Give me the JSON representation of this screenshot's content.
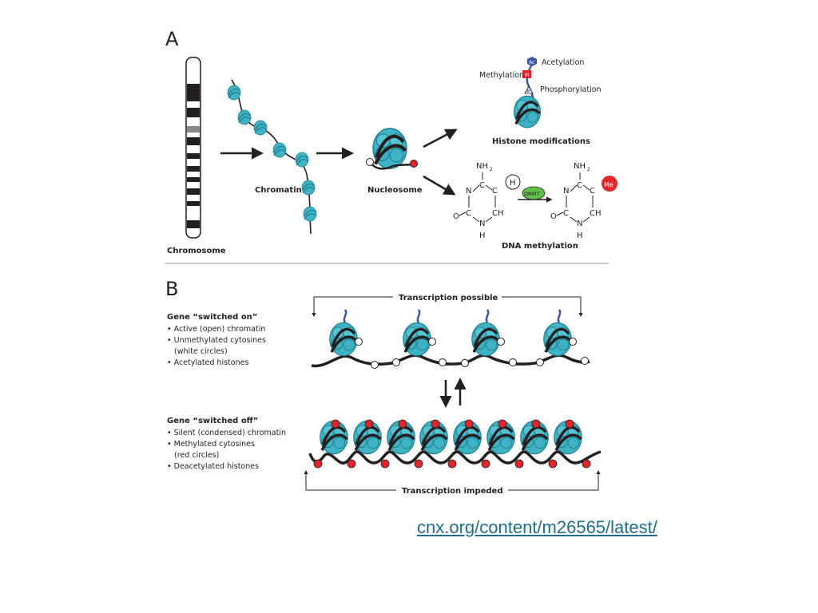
{
  "panel_a": {
    "letter": "A",
    "chromosome_label": "Chromosome",
    "chromatin_label": "Chromatin",
    "nucleosome_label": "Nucleosome",
    "histone_mods_label": "Histone modifications",
    "dna_methylation_label": "DNA methylation",
    "acetylation": "Acetylation",
    "methylation": "Methylation",
    "phosphorylation": "Phosphorylation",
    "ac_tag": "Ac",
    "m_tag": "M",
    "p_tag": "P",
    "h_tag": "H",
    "me_tag": "Me",
    "dnmt": "DNMT",
    "nh2": "NH",
    "nh2_sub": "2",
    "atom_n": "N",
    "atom_c": "C",
    "atom_o": "O",
    "atom_ch": "CH",
    "atom_h": "H"
  },
  "panel_b": {
    "letter": "B",
    "on_title": "Gene “switched on”",
    "on_bullets": [
      "• Active (open) chromatin",
      "• Unmethylated cytosines",
      "   (white circles)",
      "• Acetylated histones"
    ],
    "off_title": "Gene “switched off”",
    "off_bullets": [
      "• Silent (condensed) chromatin",
      "• Methylated cytosines",
      "   (red circles)",
      "• Deacetylated histones"
    ],
    "transcription_possible": "Transcription possible",
    "transcription_impeded": "Transcription impeded"
  },
  "link": {
    "text": "cnx.org/content/m26565/latest/"
  },
  "colors": {
    "histone": "#3fb3c4",
    "histone_dark": "#1f7f8f",
    "methyl_red": "#e0262b",
    "ac_blue": "#3b57a6",
    "dnmt_green": "#5fc04a",
    "link": "#1f6e8c"
  }
}
